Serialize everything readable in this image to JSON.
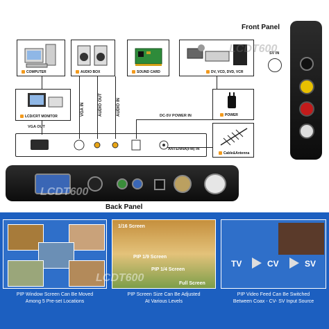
{
  "titles": {
    "front_panel": "Front Panel",
    "back_panel": "Back Panel"
  },
  "devices": {
    "computer": "COMPUTER",
    "audio_box": "AUDIO BOX",
    "sound_card": "SOUND CARD",
    "dvd": "DV, VCD, DVD, VCR",
    "monitor": "LCD/CRT MONITOR",
    "power": "POWER",
    "antenna": "Cable&Antenna"
  },
  "connector_labels": {
    "vga_in": "VGA IN",
    "audio_out": "AUDIO OUT",
    "audio_in": "AUDIO IN",
    "dc_power": "DC-5V POWER IN",
    "vga_out": "VGA OUT",
    "antenna_fm": "ANTENNA(FM) IN",
    "sv_in": "SV IN"
  },
  "watermark": "LCDT600",
  "screens": [
    {
      "caption_1": "PIP Window Screen Can Be Moved",
      "caption_2": "Among 5 Pre-set Locations"
    },
    {
      "caption_1": "PIP Screen Size Can Be Adjusted",
      "caption_2": "At Various Levels",
      "labels": [
        "1/16 Screen",
        "PIP 1/9 Screen",
        "PIP 1/4 Screen",
        "Full Screen"
      ]
    },
    {
      "caption_1": "PIP Video Feed Can Be Switched",
      "caption_2": "Between Coax - CV- SV Input Source",
      "inputs": [
        "TV",
        "CV",
        "SV"
      ]
    }
  ],
  "colors": {
    "accent": "#f29a1e",
    "strip": "#1c5fc0"
  }
}
